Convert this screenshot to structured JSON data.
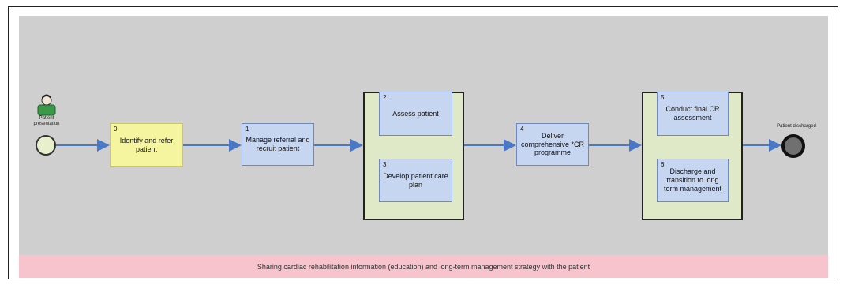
{
  "start": {
    "label": "Patient presentation"
  },
  "end": {
    "label": "Patient discharged"
  },
  "steps": [
    {
      "num": "0",
      "label": "Identify and refer patient",
      "color": "#f4f59e"
    },
    {
      "num": "1",
      "label": "Manage referral and recruit patient",
      "color": "#c7d6f0"
    },
    {
      "num": "2",
      "label": "Assess patient",
      "color": "#c7d6f0"
    },
    {
      "num": "3",
      "label": "Develop patient care plan",
      "color": "#c7d6f0"
    },
    {
      "num": "4",
      "label": "Deliver comprehensive *CR programme",
      "color": "#c7d6f0"
    },
    {
      "num": "5",
      "label": "Conduct final CR assessment",
      "color": "#c7d6f0"
    },
    {
      "num": "6",
      "label": "Discharge and transition to long term management",
      "color": "#c7d6f0"
    }
  ],
  "banner": {
    "text": "Sharing cardiac rehabilitation information (education) and long-term management strategy with the patient"
  },
  "colors": {
    "canvas": "#cfcfcf",
    "banner": "#f7c3cc",
    "arrow": "#4a78c4",
    "group_fill": "#dfe8c7"
  }
}
